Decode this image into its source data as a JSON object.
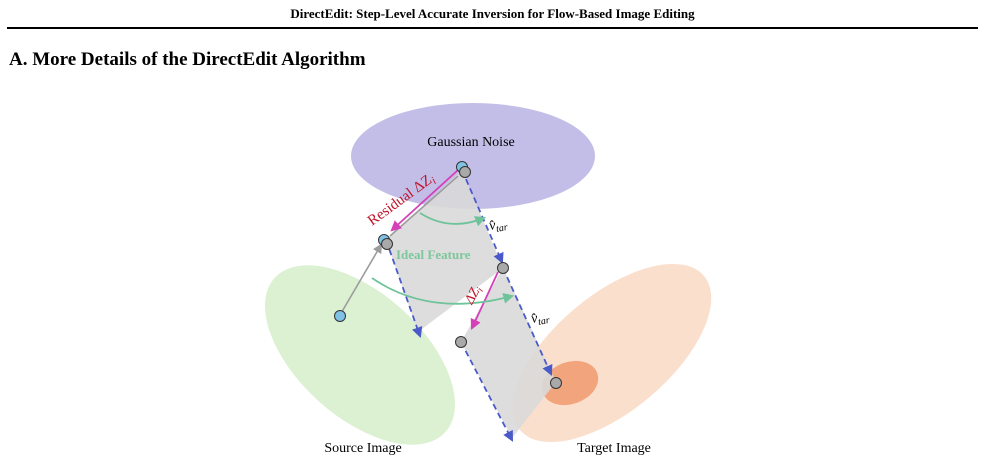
{
  "running_header": "DirectEdit: Step-Level Accurate Inversion for Flow-Based Image Editing",
  "section_title": "A. More Details of the DirectEdit Algorithm",
  "figure": {
    "label_gaussian_noise": "Gaussian Noise",
    "label_residual": "Residual ΔZ",
    "label_residual_sub": "i",
    "label_ideal_feature": "Ideal Feature",
    "label_delta_z": "ΔZ",
    "label_delta_z_sub": "i",
    "label_v_tar_top": "v̂",
    "label_v_tar_top_sub": "tar",
    "label_v_tar_bottom": "v̂",
    "label_v_tar_bottom_sub": "tar",
    "label_source_image": "Source Image",
    "label_target_image": "Target Image",
    "colors": {
      "noise_ellipse": "#b9b3e3",
      "source_ellipse": "#d8f0cd",
      "target_ellipse": "#fbdcc8",
      "target_core": "#f2a57c",
      "residual_red": "#c0142a",
      "magenta": "#d63fb8",
      "green_arc": "#6fc39a",
      "ideal_text": "#7cc79b",
      "blue_dash": "#4a5ac8",
      "gray_plane": "#d9d9d9",
      "blue_point": "#7fc2e6",
      "gray_point": "#a9a9a9"
    }
  }
}
